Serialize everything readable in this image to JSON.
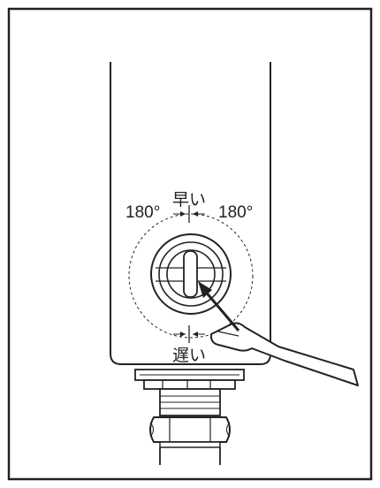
{
  "labels": {
    "fast": "早い",
    "slow": "遅い",
    "angle_left": "180°",
    "angle_right": "180°"
  },
  "colors": {
    "stroke": "#222222",
    "background": "#ffffff"
  }
}
